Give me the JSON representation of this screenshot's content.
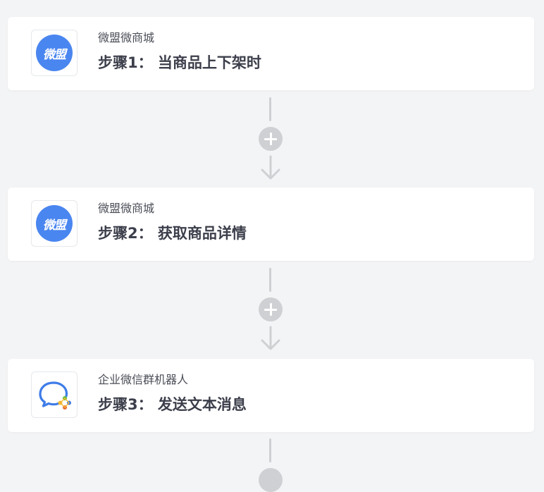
{
  "workflow": {
    "steps": [
      {
        "app_name": "微盟微商城",
        "title": "步骤1： 当商品上下架时",
        "icon": "weimob-logo",
        "icon_text": "微盟",
        "icon_color": "#4a86f0"
      },
      {
        "app_name": "微盟微商城",
        "title": "步骤2： 获取商品详情",
        "icon": "weimob-logo",
        "icon_text": "微盟",
        "icon_color": "#4a86f0"
      },
      {
        "app_name": "企业微信群机器人",
        "title": "步骤3： 发送文本消息",
        "icon": "wecom-bot-logo"
      }
    ],
    "connectors": [
      {
        "icon": "add-step-icon",
        "arrow": "arrow-down-icon"
      },
      {
        "icon": "add-step-icon",
        "arrow": "arrow-down-icon"
      }
    ]
  },
  "colors": {
    "background": "#f3f4f6",
    "card": "#ffffff",
    "connector": "#cfd0d3",
    "title_text": "#3c3f4b",
    "subtitle_text": "#4a4d57",
    "weimob_blue": "#4a86f0"
  }
}
